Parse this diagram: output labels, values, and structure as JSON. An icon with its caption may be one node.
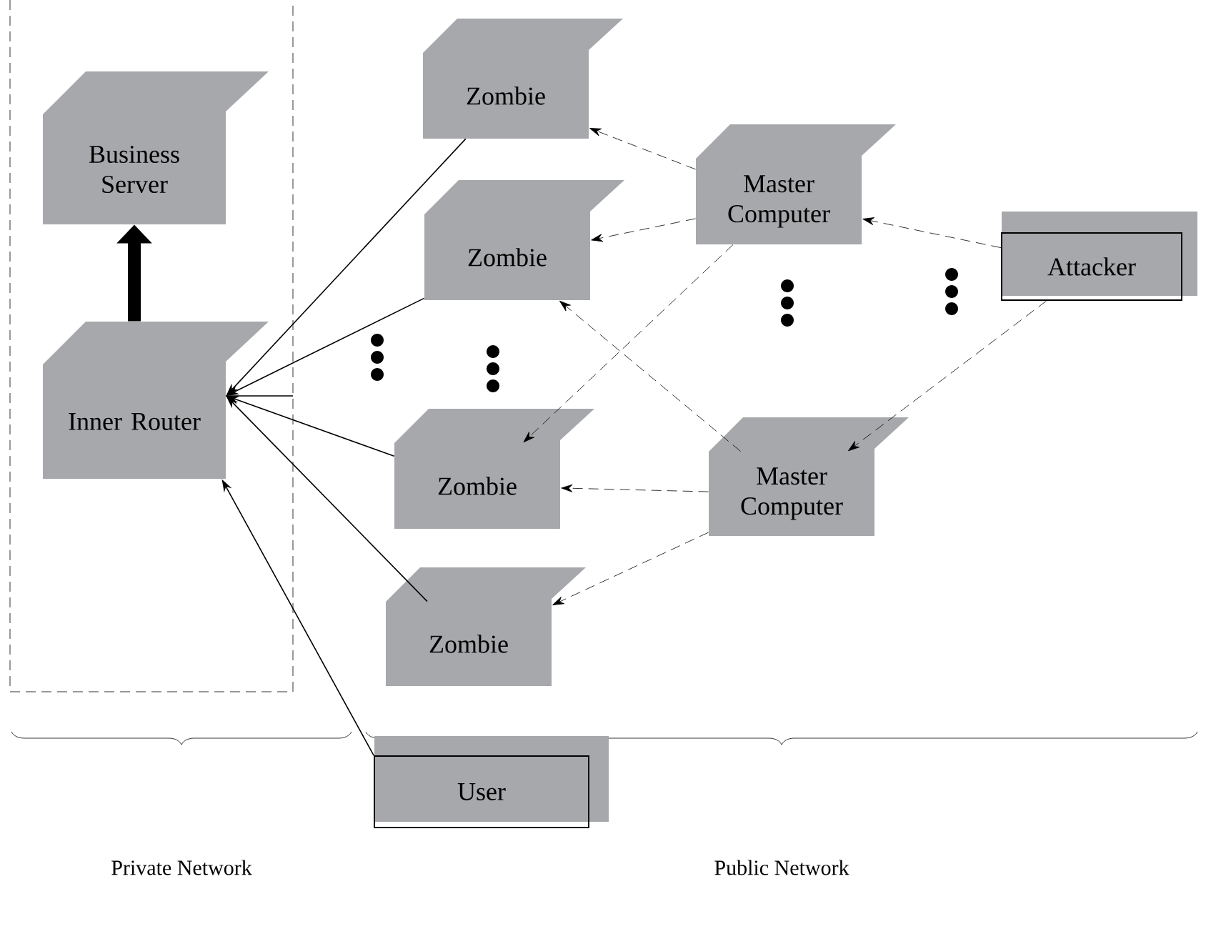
{
  "diagram": {
    "nodes": [
      {
        "text": [
          "Business Server"
        ]
      },
      {
        "text": [
          "Inner Router"
        ]
      },
      {
        "text": [
          "Zombie"
        ]
      },
      {
        "text": [
          "Zombie"
        ]
      },
      {
        "text": [
          "Zombie"
        ]
      },
      {
        "text": [
          "Zombie"
        ]
      },
      {
        "text": [
          "User"
        ]
      },
      {
        "text": [
          "Master Computer"
        ]
      },
      {
        "text": [
          "Master Computer"
        ]
      },
      {
        "text": [
          "Attacker"
        ]
      }
    ],
    "edges": [
      {
        "from": 1,
        "to": 0,
        "arrow": "to",
        "style": "thick"
      },
      {
        "from": 2,
        "to": 1,
        "arrow": "to"
      },
      {
        "from": 3,
        "to": 1,
        "arrow": "to"
      },
      {
        "from": 4,
        "to": 1,
        "arrow": "to"
      },
      {
        "from": 5,
        "to": 1,
        "arrow": "to"
      },
      {
        "from": 6,
        "to": 1,
        "arrow": "to"
      },
      {
        "from": 7,
        "to": 2,
        "arrow": "to",
        "style": "dashed"
      },
      {
        "from": 7,
        "to": 3,
        "arrow": "to",
        "style": "dashed"
      },
      {
        "from": 7,
        "to": 4,
        "arrow": "to",
        "style": "dashed"
      },
      {
        "from": 8,
        "to": 3,
        "arrow": "to",
        "style": "dashed"
      },
      {
        "from": 8,
        "to": 4,
        "arrow": "to",
        "style": "dashed"
      },
      {
        "from": 8,
        "to": 5,
        "arrow": "to",
        "style": "dashed"
      },
      {
        "from": 9,
        "to": 7,
        "arrow": "to",
        "style": "dashed"
      },
      {
        "from": 9,
        "to": 8,
        "arrow": "to",
        "style": "dashed"
      }
    ],
    "labels": [
      "Private Network",
      "Public Network"
    ]
  }
}
